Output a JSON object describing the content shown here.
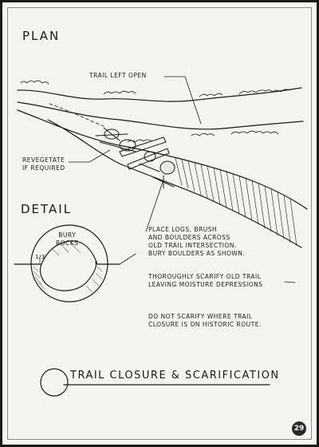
{
  "plan_heading": "PLAN",
  "detail_heading": "DETAIL",
  "labels": {
    "trail_left_open": "TRAIL LEFT OPEN",
    "revegetate": "REVEGETATE\nIF REQUIRED",
    "bury_rocks": "BURY\nROCKS",
    "one_third": "1/3"
  },
  "notes": {
    "place_logs": "PLACE LOGS, BRUSH\nAND BOULDERS ACROSS\nOLD TRAIL INTERSECTION.\nBURY BOULDERS AS SHOWN.",
    "scarify": "THOROUGHLY SCARIFY OLD TRAIL\nLEAVING MOISTURE DEPRESSIONS",
    "historic": "DO NOT SCARIFY WHERE TRAIL\nCLOSURE IS ON HISTORIC ROUTE."
  },
  "footer_title": "TRAIL CLOSURE & SCARIFICATION",
  "page_number": "29",
  "colors": {
    "ink": "#1a1a1a",
    "paper": "#f4f4f2",
    "badge": "#2a2a2a"
  }
}
